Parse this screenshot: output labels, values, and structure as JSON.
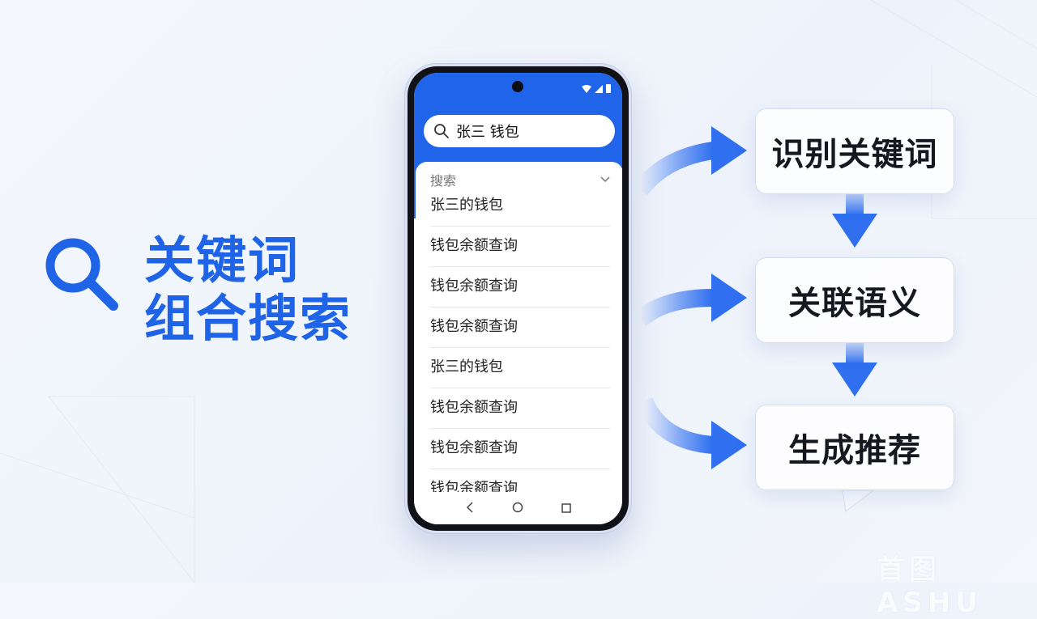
{
  "headline": {
    "line1": "关键词",
    "line2": "组合搜索",
    "color": "#1f63e6"
  },
  "phone": {
    "search": {
      "query": "张三 钱包",
      "icon": "search-icon"
    },
    "dropdown": {
      "label": "搜索",
      "icon": "chevron-down-icon"
    },
    "results": [
      "张三的钱包",
      "钱包余额查询",
      "钱包余额查询",
      "钱包余额查询",
      "张三的钱包",
      "钱包余额查询",
      "钱包余额查询",
      "钱包余额查询"
    ],
    "nav": [
      "back-icon",
      "home-icon",
      "recents-icon"
    ],
    "accent": "#2064ea"
  },
  "flow": {
    "steps": [
      "识别关键词",
      "关联语义",
      "生成推荐"
    ],
    "arrow_color": "#2f6ff0"
  },
  "watermark": "首图 ASHU"
}
